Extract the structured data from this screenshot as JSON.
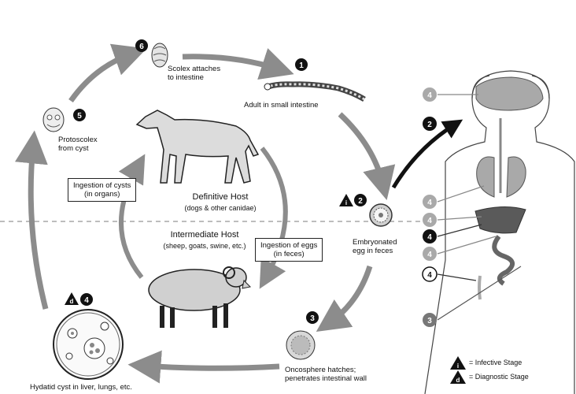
{
  "stages": {
    "s1": {
      "number": "1",
      "text": "Adult in small intestine"
    },
    "s2": {
      "number": "2",
      "text_line1": "Embryonated",
      "text_line2": "egg in feces"
    },
    "s3": {
      "number": "3",
      "text_line1": "Oncosphere hatches;",
      "text_line2": "penetrates intestinal wall"
    },
    "s4": {
      "number": "4",
      "text": "Hydatid cyst in liver, lungs, etc."
    },
    "s5": {
      "number": "5",
      "text_line1": "Protoscolex",
      "text_line2": "from cyst"
    },
    "s6": {
      "number": "6",
      "text_line1": "Scolex attaches",
      "text_line2": "to intestine"
    }
  },
  "hosts": {
    "definitive": {
      "title": "Definitive Host",
      "subtitle": "(dogs & other canidae)"
    },
    "intermediate": {
      "title": "Intermediate Host",
      "subtitle": "(sheep, goats, swine, etc.)"
    }
  },
  "boxes": {
    "cysts": {
      "line1": "Ingestion of cysts",
      "line2": "(in organs)"
    },
    "eggs": {
      "line1": "Ingestion of eggs",
      "line2": "(in feces)"
    }
  },
  "human_markers": {
    "label": "4",
    "arrow_label": "2",
    "bottom_label": "3"
  },
  "legend": {
    "infective_symbol": "i",
    "infective_text": "= Infective Stage",
    "diagnostic_symbol": "d",
    "diagnostic_text": "= Diagnostic Stage"
  },
  "colors": {
    "arrow": "#8c8c8c",
    "dark": "#111111",
    "light_badge": "#a9a9a9",
    "organ": "#7a7a7a"
  }
}
